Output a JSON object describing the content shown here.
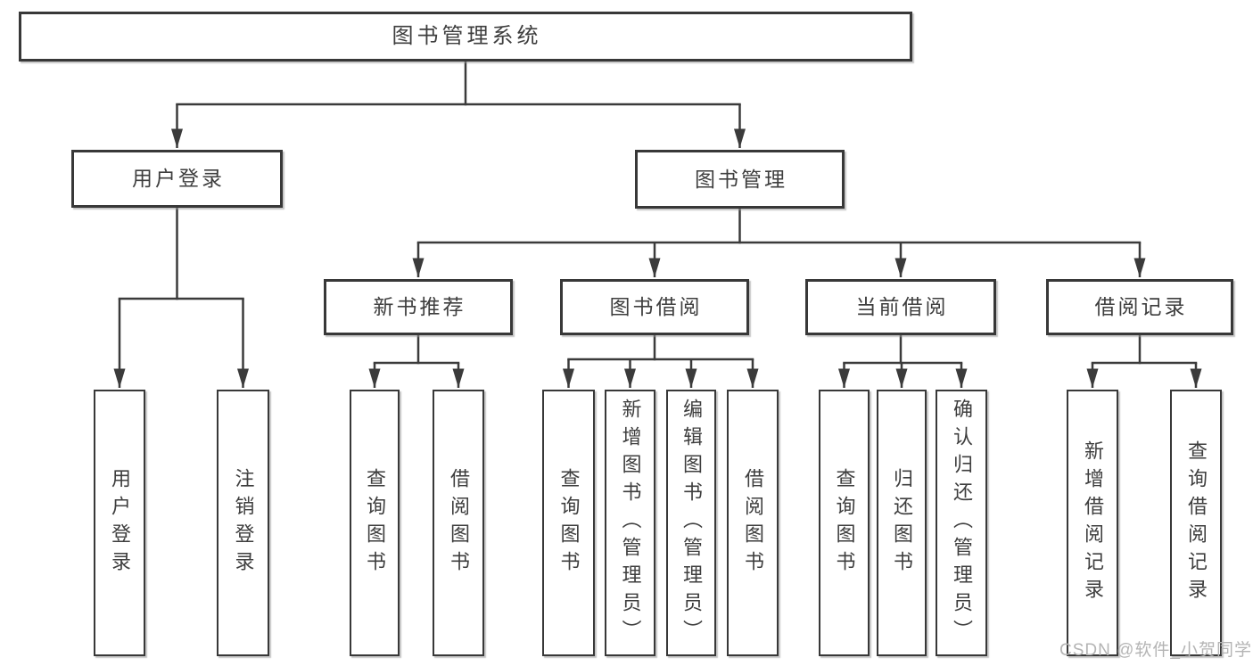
{
  "diagram": {
    "type": "hierarchy-tree",
    "colors": {
      "background": "#ffffff",
      "line": "#3b3b3b",
      "box_border": "#383838",
      "text": "#3e3e3e",
      "watermark": "#b4b4b4"
    },
    "watermark": {
      "text": "CSDN @软件_小贺同学"
    }
  },
  "nodes": {
    "root": {
      "label": "图书管理系统"
    },
    "user_login": {
      "label": "用户登录"
    },
    "book_management": {
      "label": "图书管理"
    },
    "new_book_recommendation": {
      "label": "新书推荐"
    },
    "book_borrowing": {
      "label": "图书借阅"
    },
    "current_borrowing": {
      "label": "当前借阅"
    },
    "borrowing_records": {
      "label": "借阅记录"
    },
    "leaf_user_login": {
      "label": "用户登录"
    },
    "leaf_logout": {
      "label": "注销登录"
    },
    "leaf_nb_query_books": {
      "label": "查询图书"
    },
    "leaf_nb_borrow_books": {
      "label": "借阅图书"
    },
    "leaf_bb_query_books": {
      "label": "查询图书"
    },
    "leaf_bb_add_books": {
      "label": "新增图书（管理员）"
    },
    "leaf_bb_edit_books": {
      "label": "编辑图书（管理员）"
    },
    "leaf_bb_borrow_books": {
      "label": "借阅图书"
    },
    "leaf_cb_query_books": {
      "label": "查询图书"
    },
    "leaf_cb_return_books": {
      "label": "归还图书"
    },
    "leaf_cb_confirm_return": {
      "label": "确认归还（管理员）"
    },
    "leaf_br_add_record": {
      "label": "新增借阅记录"
    },
    "leaf_br_query_record": {
      "label": "查询借阅记录"
    }
  },
  "structure": {
    "root": [
      "user_login",
      "book_management"
    ],
    "user_login": [
      "leaf_user_login",
      "leaf_logout"
    ],
    "book_management": [
      "new_book_recommendation",
      "book_borrowing",
      "current_borrowing",
      "borrowing_records"
    ],
    "new_book_recommendation": [
      "leaf_nb_query_books",
      "leaf_nb_borrow_books"
    ],
    "book_borrowing": [
      "leaf_bb_query_books",
      "leaf_bb_add_books",
      "leaf_bb_edit_books",
      "leaf_bb_borrow_books"
    ],
    "current_borrowing": [
      "leaf_cb_query_books",
      "leaf_cb_return_books",
      "leaf_cb_confirm_return"
    ],
    "borrowing_records": [
      "leaf_br_add_record",
      "leaf_br_query_record"
    ]
  }
}
